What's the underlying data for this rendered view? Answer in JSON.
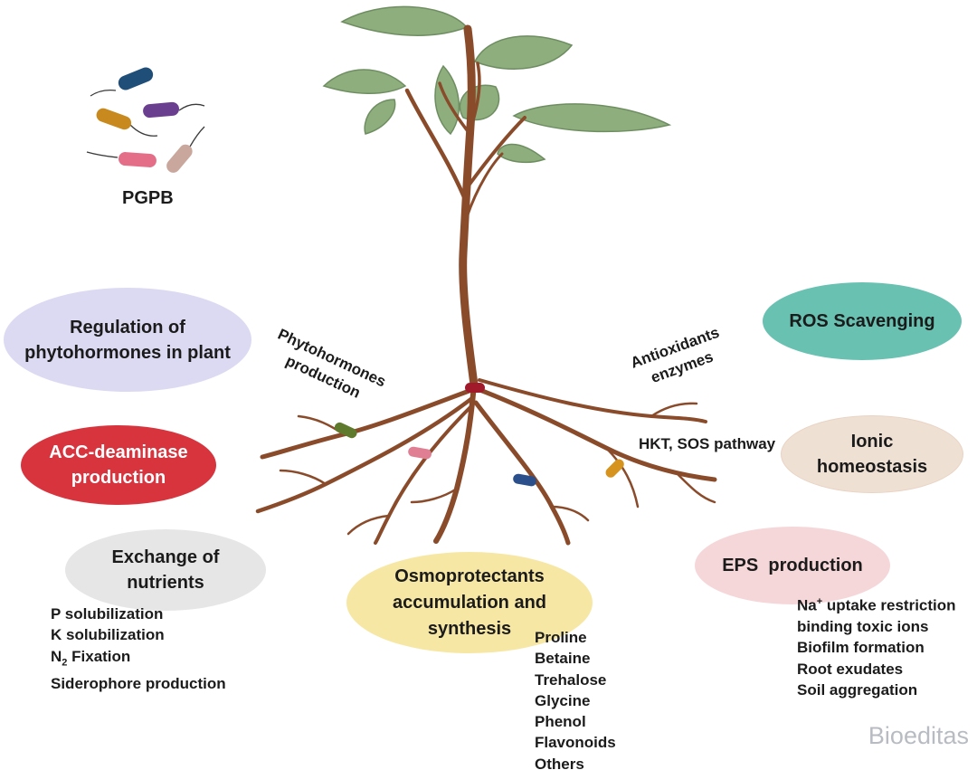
{
  "organism_label": "PGPB",
  "mechanisms": {
    "phytohormones": {
      "line1": "Regulation of",
      "line2": "phytohormones in plant",
      "color": "#dcdaf2"
    },
    "acc": {
      "line1": "ACC-deaminase",
      "line2": "production",
      "color": "#d7343e"
    },
    "nutrients": {
      "line1": "Exchange of",
      "line2": "nutrients",
      "color": "#e6e6e6"
    },
    "osmo": {
      "line1": "Osmoprotectants",
      "line2": "accumulation and",
      "line3": "synthesis",
      "color": "#f7e7a4"
    },
    "ros": {
      "label": "ROS Scavenging",
      "color": "#68c1b1"
    },
    "ionic": {
      "line1": "Ionic",
      "line2": "homeostasis",
      "color": "#efe0d4"
    },
    "eps": {
      "label": "EPS  production",
      "color": "#f6d7d9"
    }
  },
  "annotations": {
    "phytohormones_production": {
      "line1": "Phytohormones",
      "line2": "production"
    },
    "antioxidants": {
      "line1": "Antioxidants",
      "line2": "enzymes"
    },
    "hkt": "HKT, SOS pathway"
  },
  "lists": {
    "nutrients": {
      "items": [
        "P solubilization",
        "K solubilization"
      ],
      "n2_prefix": "N",
      "n2_sub": "2",
      "n2_suffix": " Fixation",
      "last": "Siderophore production"
    },
    "osmo": [
      "Proline",
      "Betaine",
      "Trehalose",
      "Glycine",
      "Phenol",
      "Flavonoids",
      "Others"
    ],
    "eps": {
      "na_prefix": "Na",
      "na_sup": "+",
      "na_suffix": " uptake restriction",
      "items": [
        "binding toxic ions",
        "Biofilm formation",
        "Root exudates",
        "Soil aggregation"
      ]
    }
  },
  "watermark": "Bioeditas",
  "colors": {
    "stem": "#8a4b2b",
    "leaf": "#8fae7e",
    "leaf_dark": "#6e8e61"
  }
}
